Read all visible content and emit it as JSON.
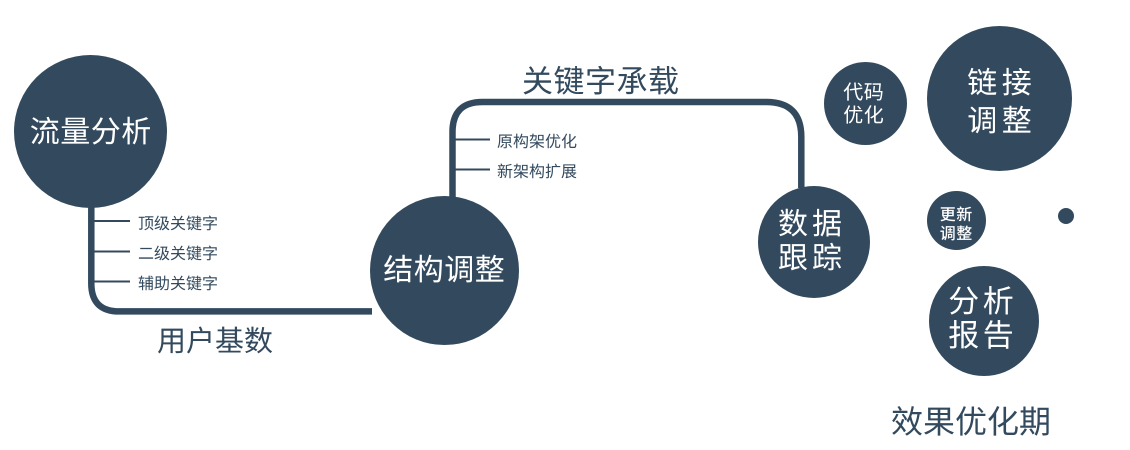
{
  "colors": {
    "accent": "#334A5E",
    "node_text": "#FFFFFF",
    "background": "#FFFFFF"
  },
  "diagram": {
    "nodes": {
      "traffic": {
        "label": "流量分析",
        "lines": [
          "流量分析"
        ]
      },
      "structure": {
        "label": "结构调整",
        "lines": [
          "结构调整"
        ]
      },
      "tracking": {
        "label": "数据跟踪",
        "lines": [
          "数据",
          "跟踪"
        ]
      },
      "code": {
        "label": "代码优化",
        "lines": [
          "代码",
          "优化"
        ]
      },
      "links": {
        "label": "链接调整",
        "lines": [
          "链接",
          "调整"
        ]
      },
      "update": {
        "label": "更新调整",
        "lines": [
          "更新",
          "调整"
        ]
      },
      "report": {
        "label": "分析报告",
        "lines": [
          "分析",
          "报告"
        ]
      }
    },
    "captions": {
      "user_base": "用户基数",
      "keyword_load": "关键字承载",
      "effect_phase": "效果优化期"
    },
    "branch_keywords": {
      "items": [
        "顶级关键字",
        "二级关键字",
        "辅助关键字"
      ]
    },
    "branch_architecture": {
      "items": [
        "原构架优化",
        "新架构扩展"
      ]
    }
  }
}
